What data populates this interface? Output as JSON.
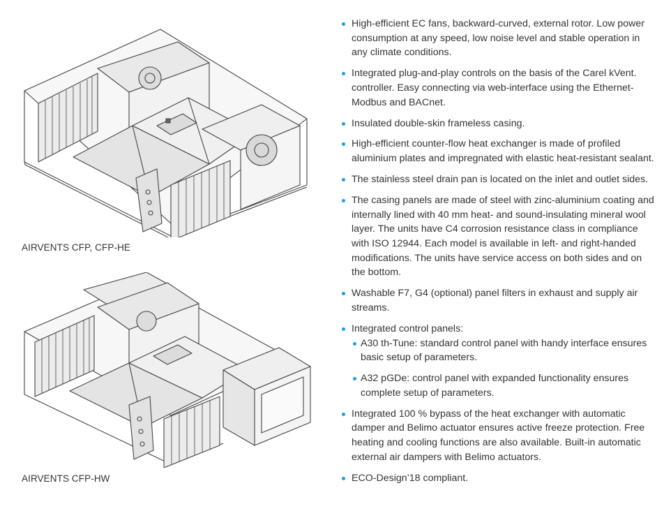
{
  "figures": [
    {
      "caption": "AIRVENTS CFP, CFP-HE",
      "image": "ventilation-unit-illustration"
    },
    {
      "caption": "AIRVENTS CFP-HW",
      "image": "ventilation-unit-with-heater-illustration"
    }
  ],
  "features": [
    "High-efficient EC fans, backward-curved, external rotor. Low power consumption at any speed, low noise level and stable operation in any climate conditions.",
    "Integrated plug-and-play controls on the basis of the Carel kVent. controller. Easy connecting via web-interface using the Ethernet-Modbus and BACnet.",
    "Insulated double-skin frameless casing.",
    "High-efficient counter-flow heat exchanger is made of profiled aluminium plates and impregnated with elastic heat-resistant sealant.",
    "The stainless steel drain pan is located on the inlet and outlet sides.",
    "The casing panels are made of steel with zinc-aluminium coating and internally lined with 40 mm heat- and sound-insulating mineral wool layer. The units have C4 corrosion resistance class in compliance with ISO 12944. Each model is available in left- and right-handed modifications. The units have service access on both sides and on the bottom.",
    "Washable F7, G4 (optional) panel filters in exhaust and supply air streams."
  ],
  "control_panels": {
    "title": "Integrated control panels:",
    "items": [
      "A30 th-Tune: standard control panel with handy interface ensures basic setup of parameters.",
      "A32 pGDe: control panel with expanded functionality ensures complete setup of parameters."
    ]
  },
  "features_tail": [
    "Integrated 100 % bypass of the heat exchanger with automatic damper and Belimo actuator ensures active freeze protection. Free heating and cooling functions are also available. Built-in automatic external air dampers with Belimo actuators.",
    "ECO-Design’18 compliant."
  ],
  "colors": {
    "bullet": "#1aa1d8",
    "text": "#333333",
    "line_art": "#444444",
    "panel_fill": "#ececec"
  }
}
